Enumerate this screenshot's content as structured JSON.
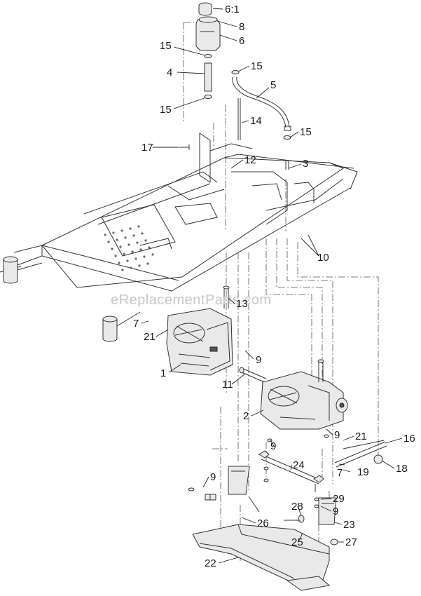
{
  "watermark": "eReplacementParts.com",
  "callouts": [
    "6:1",
    "8",
    "6",
    "15",
    "15",
    "4",
    "5",
    "15",
    "14",
    "15",
    "17",
    "12",
    "3",
    "10",
    "13",
    "7",
    "21",
    "9",
    "1",
    "11",
    "2",
    "9",
    "9",
    "21",
    "16",
    "24",
    "7",
    "18",
    "19",
    "9",
    "29",
    "9",
    "28",
    "26",
    "23",
    "25",
    "27",
    "22"
  ]
}
